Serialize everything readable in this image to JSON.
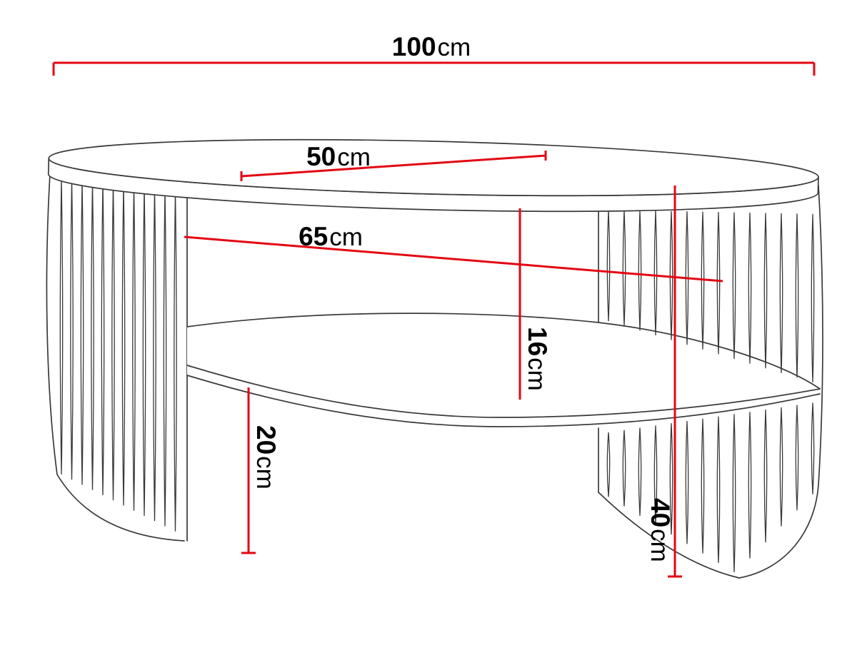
{
  "diagram": {
    "kind": "furniture dimension drawing",
    "subject_visible": "oval coffee table with slatted curved legs and lower shelf"
  },
  "colors": {
    "dimension": "#e30613",
    "line": "#3a3a3a",
    "text": "#000000",
    "background": "#ffffff"
  },
  "dimensions": {
    "width": {
      "value": "100",
      "unit": "cm"
    },
    "depth": {
      "value": "50",
      "unit": "cm"
    },
    "shelf_width": {
      "value": "65",
      "unit": "cm"
    },
    "shelf_clearance": {
      "value": "16",
      "unit": "cm"
    },
    "underpass_height": {
      "value": "20",
      "unit": "cm"
    },
    "total_height": {
      "value": "40",
      "unit": "cm"
    }
  }
}
